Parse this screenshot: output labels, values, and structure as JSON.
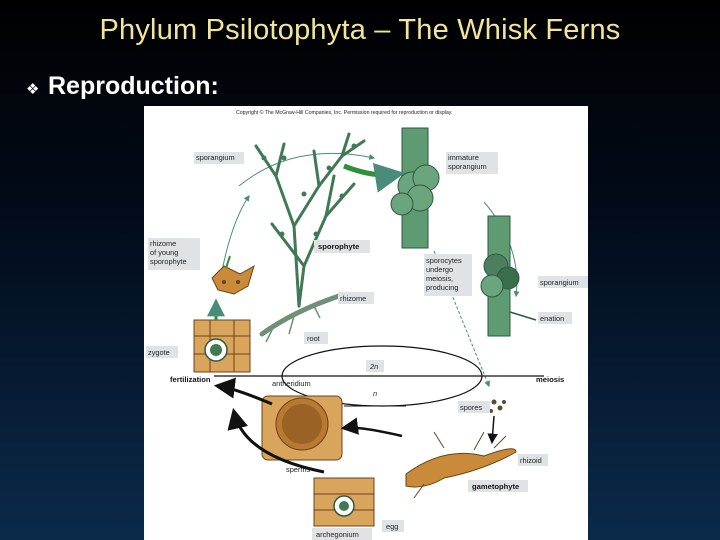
{
  "slide": {
    "title": "Phylum Psilotophyta – The Whisk Ferns",
    "bullet": {
      "icon": "diamond-bullet-icon",
      "text": "Reproduction:"
    }
  },
  "figure": {
    "copyright": "Copyright © The McGraw-Hill Companies, Inc. Permission required for reproduction or display.",
    "labels": {
      "sporangium_top": "sporangium",
      "immature_sporangium_1": "immature",
      "immature_sporangium_2": "sporangium",
      "rhizome_young_1": "rhizome",
      "rhizome_young_2": "of young",
      "rhizome_young_3": "sporophyte",
      "sporophyte": "sporophyte",
      "sporocytes_1": "sporocytes",
      "sporocytes_2": "undergo",
      "sporocytes_3": "meiosis,",
      "sporocytes_4": "producing",
      "sporangium_right": "sporangium",
      "rhizome": "rhizome",
      "enation": "enation",
      "root": "root",
      "zygote": "zygote",
      "two_n": "2n",
      "fertilization": "fertilization",
      "antheridium": "antheridium",
      "n": "n",
      "meiosis": "meiosis",
      "spores": "spores",
      "rhizoid": "rhizoid",
      "sperms": "sperms",
      "gametophyte": "gametophyte",
      "egg": "egg",
      "archegonium": "archegonium"
    }
  },
  "colors": {
    "title": "#f2e49a",
    "plant_green": "#3f7a55",
    "arrow_green": "#2f8f3a",
    "gametophyte_brown": "#c98a3a",
    "label_box": "#dfe3e6"
  }
}
